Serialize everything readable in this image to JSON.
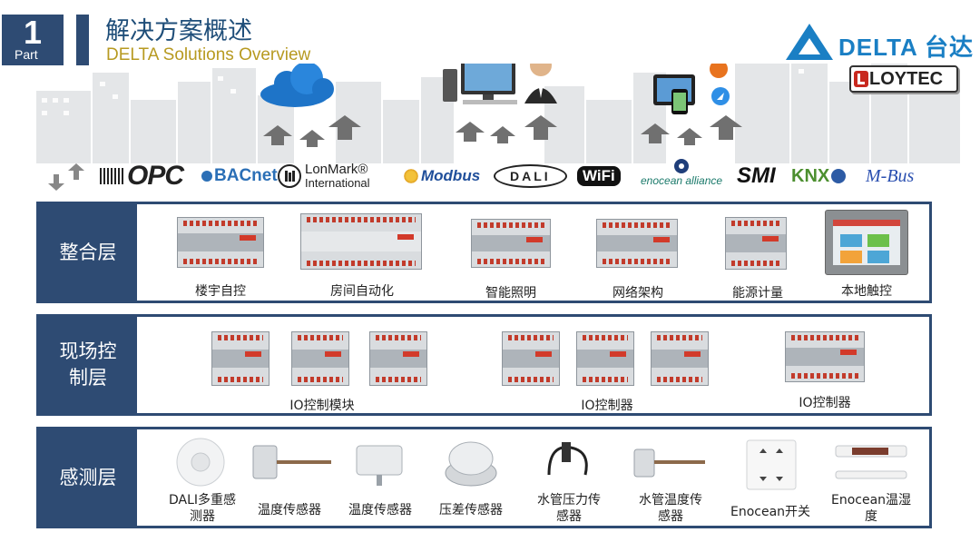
{
  "header": {
    "part_number": "1",
    "part_word": "Part",
    "title_cn": "解决方案概述",
    "title_en": "DELTA Solutions Overview"
  },
  "logos": {
    "delta": "DELTA 台达",
    "loytec": "LOYTEC"
  },
  "protocols": {
    "opc": "OPC",
    "bacnet": "BACnet",
    "lonmark_line1": "LonMark®",
    "lonmark_line2": "International",
    "modbus": "Modbus",
    "dali": "DALI",
    "wifi": "WiFi",
    "enocean": "enocean alliance",
    "smi": "SMI",
    "knx": "KNX",
    "mbus": "M-Bus"
  },
  "colors": {
    "navy": "#2e4b73",
    "gold": "#b79a21",
    "delta_blue": "#1a7fc4",
    "terminal_red": "#c23b2b"
  },
  "layers": {
    "integration": {
      "label": "整合层",
      "items": [
        "楼宇自控",
        "房间自动化",
        "智能照明",
        "网络架构",
        "能源计量",
        "本地触控"
      ]
    },
    "control": {
      "label_line1": "现场控",
      "label_line2": "制层",
      "groups": [
        "IO控制模块",
        "IO控制器",
        "IO控制器"
      ]
    },
    "sensing": {
      "label": "感测层",
      "items": [
        {
          "line1": "DALI多重感",
          "line2": "测器"
        },
        {
          "line1": "温度传感器",
          "line2": ""
        },
        {
          "line1": "温度传感器",
          "line2": ""
        },
        {
          "line1": "压差传感器",
          "line2": ""
        },
        {
          "line1": "水管压力传",
          "line2": "感器"
        },
        {
          "line1": "水管温度传",
          "line2": "感器"
        },
        {
          "line1": "Enocean开关",
          "line2": ""
        },
        {
          "line1": "Enocean温湿",
          "line2": "度"
        }
      ]
    }
  }
}
